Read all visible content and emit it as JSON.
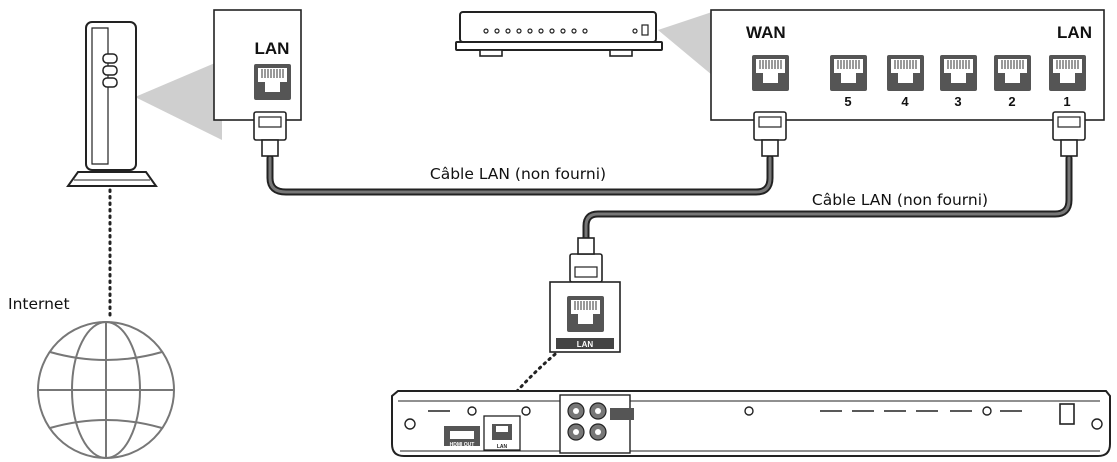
{
  "modem": {
    "port_label": "LAN"
  },
  "router": {
    "wan_label": "WAN",
    "lan_label": "LAN",
    "port_numbers": [
      "5",
      "4",
      "3",
      "2",
      "1"
    ]
  },
  "cables": {
    "cable1_label": "Câble LAN (non fourni)",
    "cable2_label": "Câble LAN (non fourni)"
  },
  "internet": {
    "label": "Internet"
  },
  "player": {
    "port_label": "LAN",
    "hdmi_label": "HDMI OUT",
    "lan_small_label": "LAN"
  }
}
